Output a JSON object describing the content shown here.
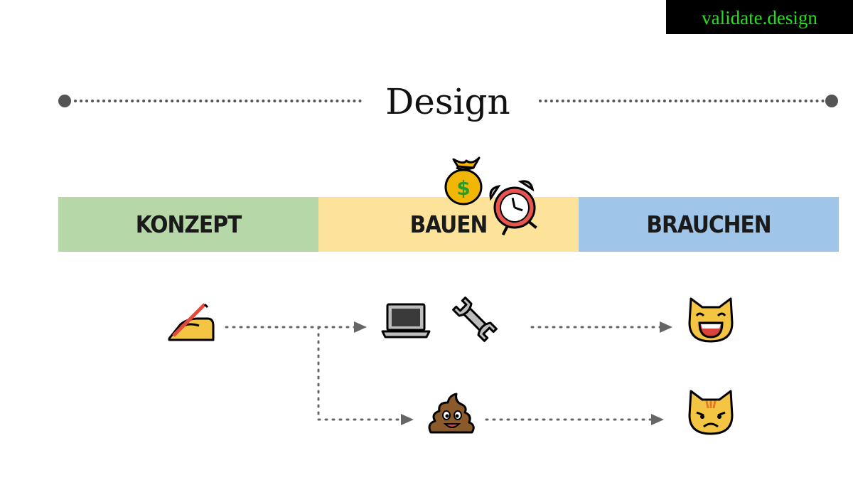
{
  "brand": {
    "label": "validate.design",
    "text_color": "#22e01a",
    "background": "#000000"
  },
  "title": "Design",
  "phases": [
    {
      "label": "KONZEPT",
      "color": "#b6d7a8"
    },
    {
      "label": "BAUEN",
      "color": "#fde39a"
    },
    {
      "label": "BRAUCHEN",
      "color": "#9fc5e8"
    }
  ],
  "icons": [
    "writing-hand-icon",
    "money-bag-icon",
    "alarm-clock-icon",
    "laptop-icon",
    "wrench-icon",
    "pile-of-poo-icon",
    "grinning-cat-icon",
    "pouting-cat-icon"
  ],
  "colors": {
    "line": "#555555",
    "arrow": "#666666"
  }
}
